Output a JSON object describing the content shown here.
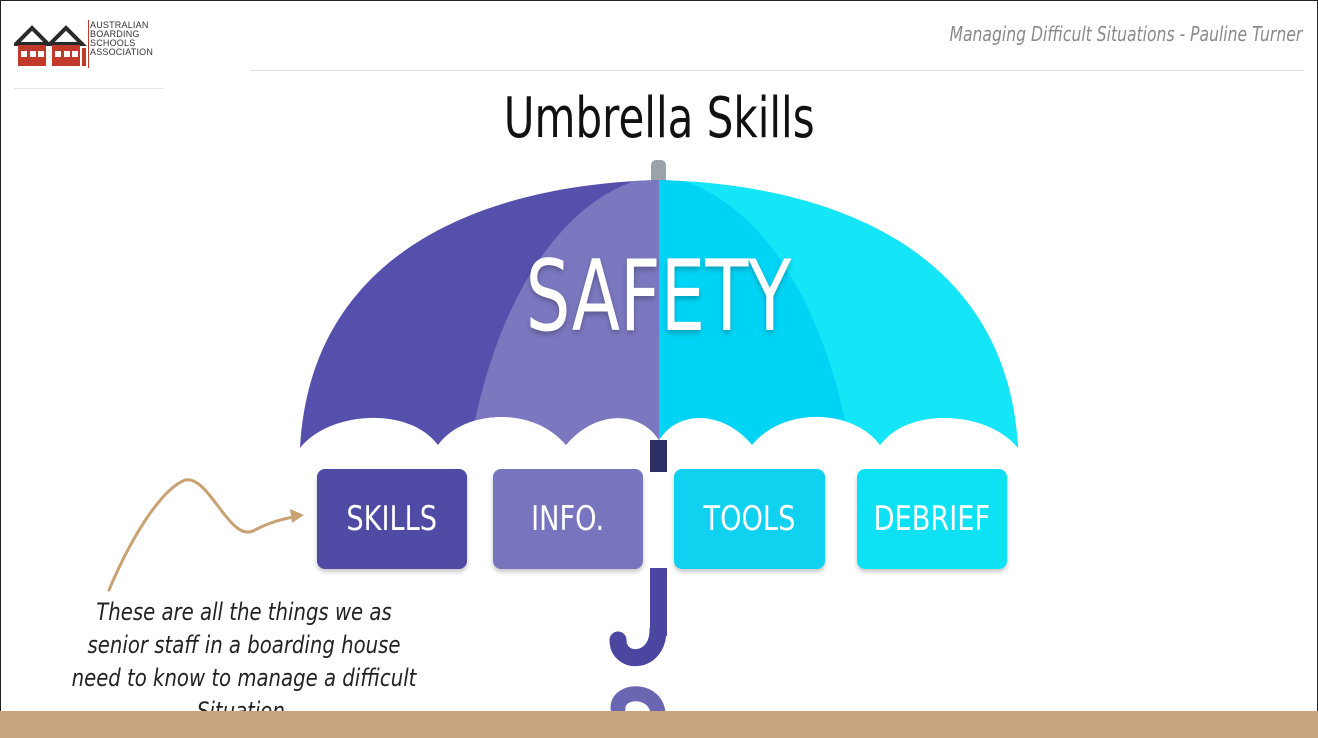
{
  "header": {
    "logo_lines": [
      "AUSTRALIAN",
      "BOARDING",
      "SCHOOLS",
      "ASSOCIATION"
    ],
    "presentation_title": "Managing Difficult Situations - Pauline Turner"
  },
  "slide": {
    "title": "Umbrella Skills",
    "canopy_label": "SAFETY",
    "boxes": [
      {
        "label": "SKILLS",
        "color": "#4f4aa3"
      },
      {
        "label": "INFO.",
        "color": "#7675bd"
      },
      {
        "label": "TOOLS",
        "color": "#10d2f0"
      },
      {
        "label": "DEBRIEF",
        "color": "#0fe1f5"
      }
    ],
    "note": "These are all the things we as senior staff in a boarding house need to know to manage a difficult Situation."
  },
  "colors": {
    "umbrella_dark_purple": "#5650ad",
    "umbrella_light_purple": "#7b78c0",
    "umbrella_cyan": "#00d4f5",
    "umbrella_cyan_light": "#14e6f7",
    "arrow": "#c9a274",
    "footer": "#c7a57e"
  }
}
